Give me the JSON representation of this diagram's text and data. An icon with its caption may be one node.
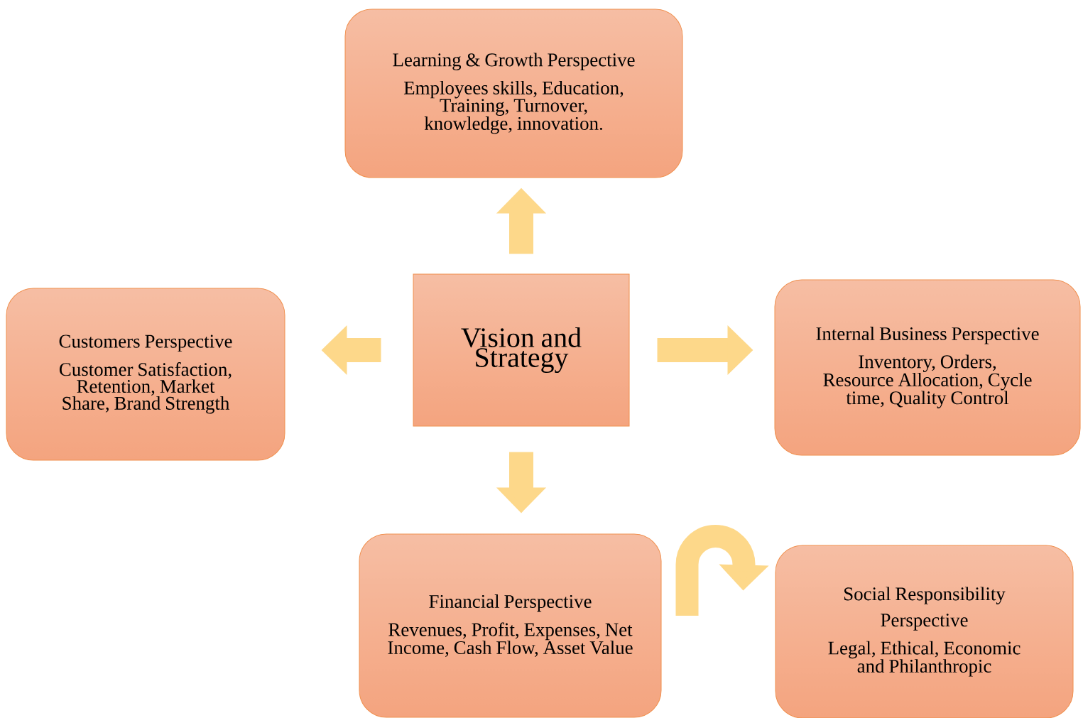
{
  "diagram": {
    "nodes": [
      {
        "text": [
          "Learning & Growth Perspective",
          "Employees skills, Education, Training, Turnover, knowledge, innovation."
        ]
      },
      {
        "text": [
          "Customers Perspective",
          "Customer Satisfaction, Retention, Market Share, Brand Strength"
        ]
      },
      {
        "text": [
          "Vision and Strategy"
        ]
      },
      {
        "text": [
          "Internal Business Perspective",
          "Inventory, Orders, Resource Allocation, Cycle time, Quality Control"
        ]
      },
      {
        "text": [
          "Financial Perspective",
          "Revenues, Profit, Expenses, Net Income, Cash Flow, Asset Value"
        ]
      },
      {
        "text": [
          "Social Responsibility Perspective",
          "Legal, Ethical, Economic and Philanthropic"
        ]
      }
    ],
    "edges": [
      {
        "from": 2,
        "to": 0,
        "arrow": "to"
      },
      {
        "from": 2,
        "to": 1,
        "arrow": "to"
      },
      {
        "from": 2,
        "to": 3,
        "arrow": "to"
      },
      {
        "from": 2,
        "to": 4,
        "arrow": "to"
      },
      {
        "from": 4,
        "to": 5,
        "arrow": "to"
      }
    ]
  }
}
